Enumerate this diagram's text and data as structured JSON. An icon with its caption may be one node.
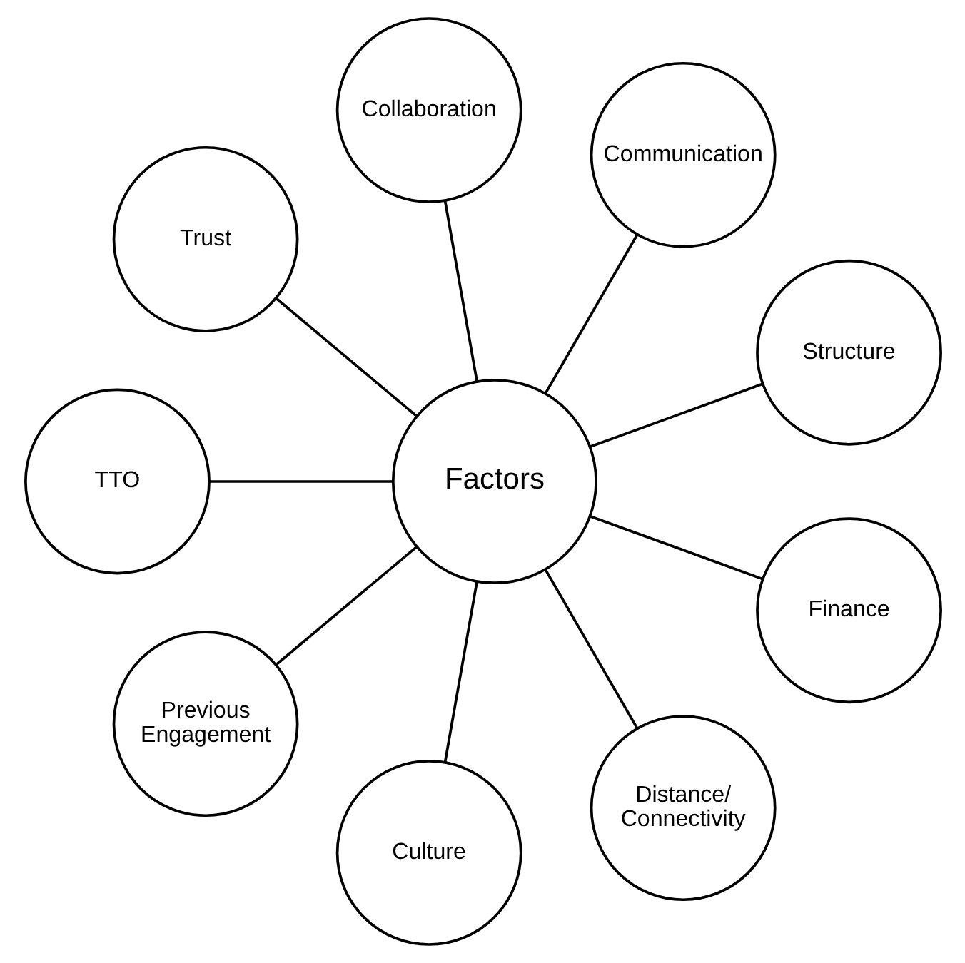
{
  "diagram": {
    "nodes": [
      {
        "text": [
          "Structure"
        ]
      },
      {
        "text": [
          "Communication"
        ]
      },
      {
        "text": [
          "Collaboration"
        ]
      },
      {
        "text": [
          "Trust"
        ]
      },
      {
        "text": [
          "Factors"
        ]
      },
      {
        "text": [
          "TTO"
        ]
      },
      {
        "text": [
          "Previous Engagement"
        ]
      },
      {
        "text": [
          "Culture"
        ]
      },
      {
        "text": [
          "Distance/Connectivity"
        ]
      },
      {
        "text": [
          "Finance"
        ]
      }
    ],
    "edges": [
      {
        "from": 4,
        "to": 0,
        "arrow": "none"
      },
      {
        "from": 4,
        "to": 2,
        "arrow": "none"
      },
      {
        "from": 4,
        "to": 5,
        "arrow": "none"
      },
      {
        "from": 4,
        "to": 7,
        "arrow": "none"
      },
      {
        "from": 4,
        "to": 9,
        "arrow": "none"
      },
      {
        "from": 4,
        "to": 8,
        "arrow": "none"
      },
      {
        "from": 4,
        "to": 6,
        "arrow": "none"
      },
      {
        "from": 4,
        "to": 3,
        "arrow": "none"
      },
      {
        "from": 4,
        "to": 1,
        "arrow": "none"
      }
    ]
  }
}
